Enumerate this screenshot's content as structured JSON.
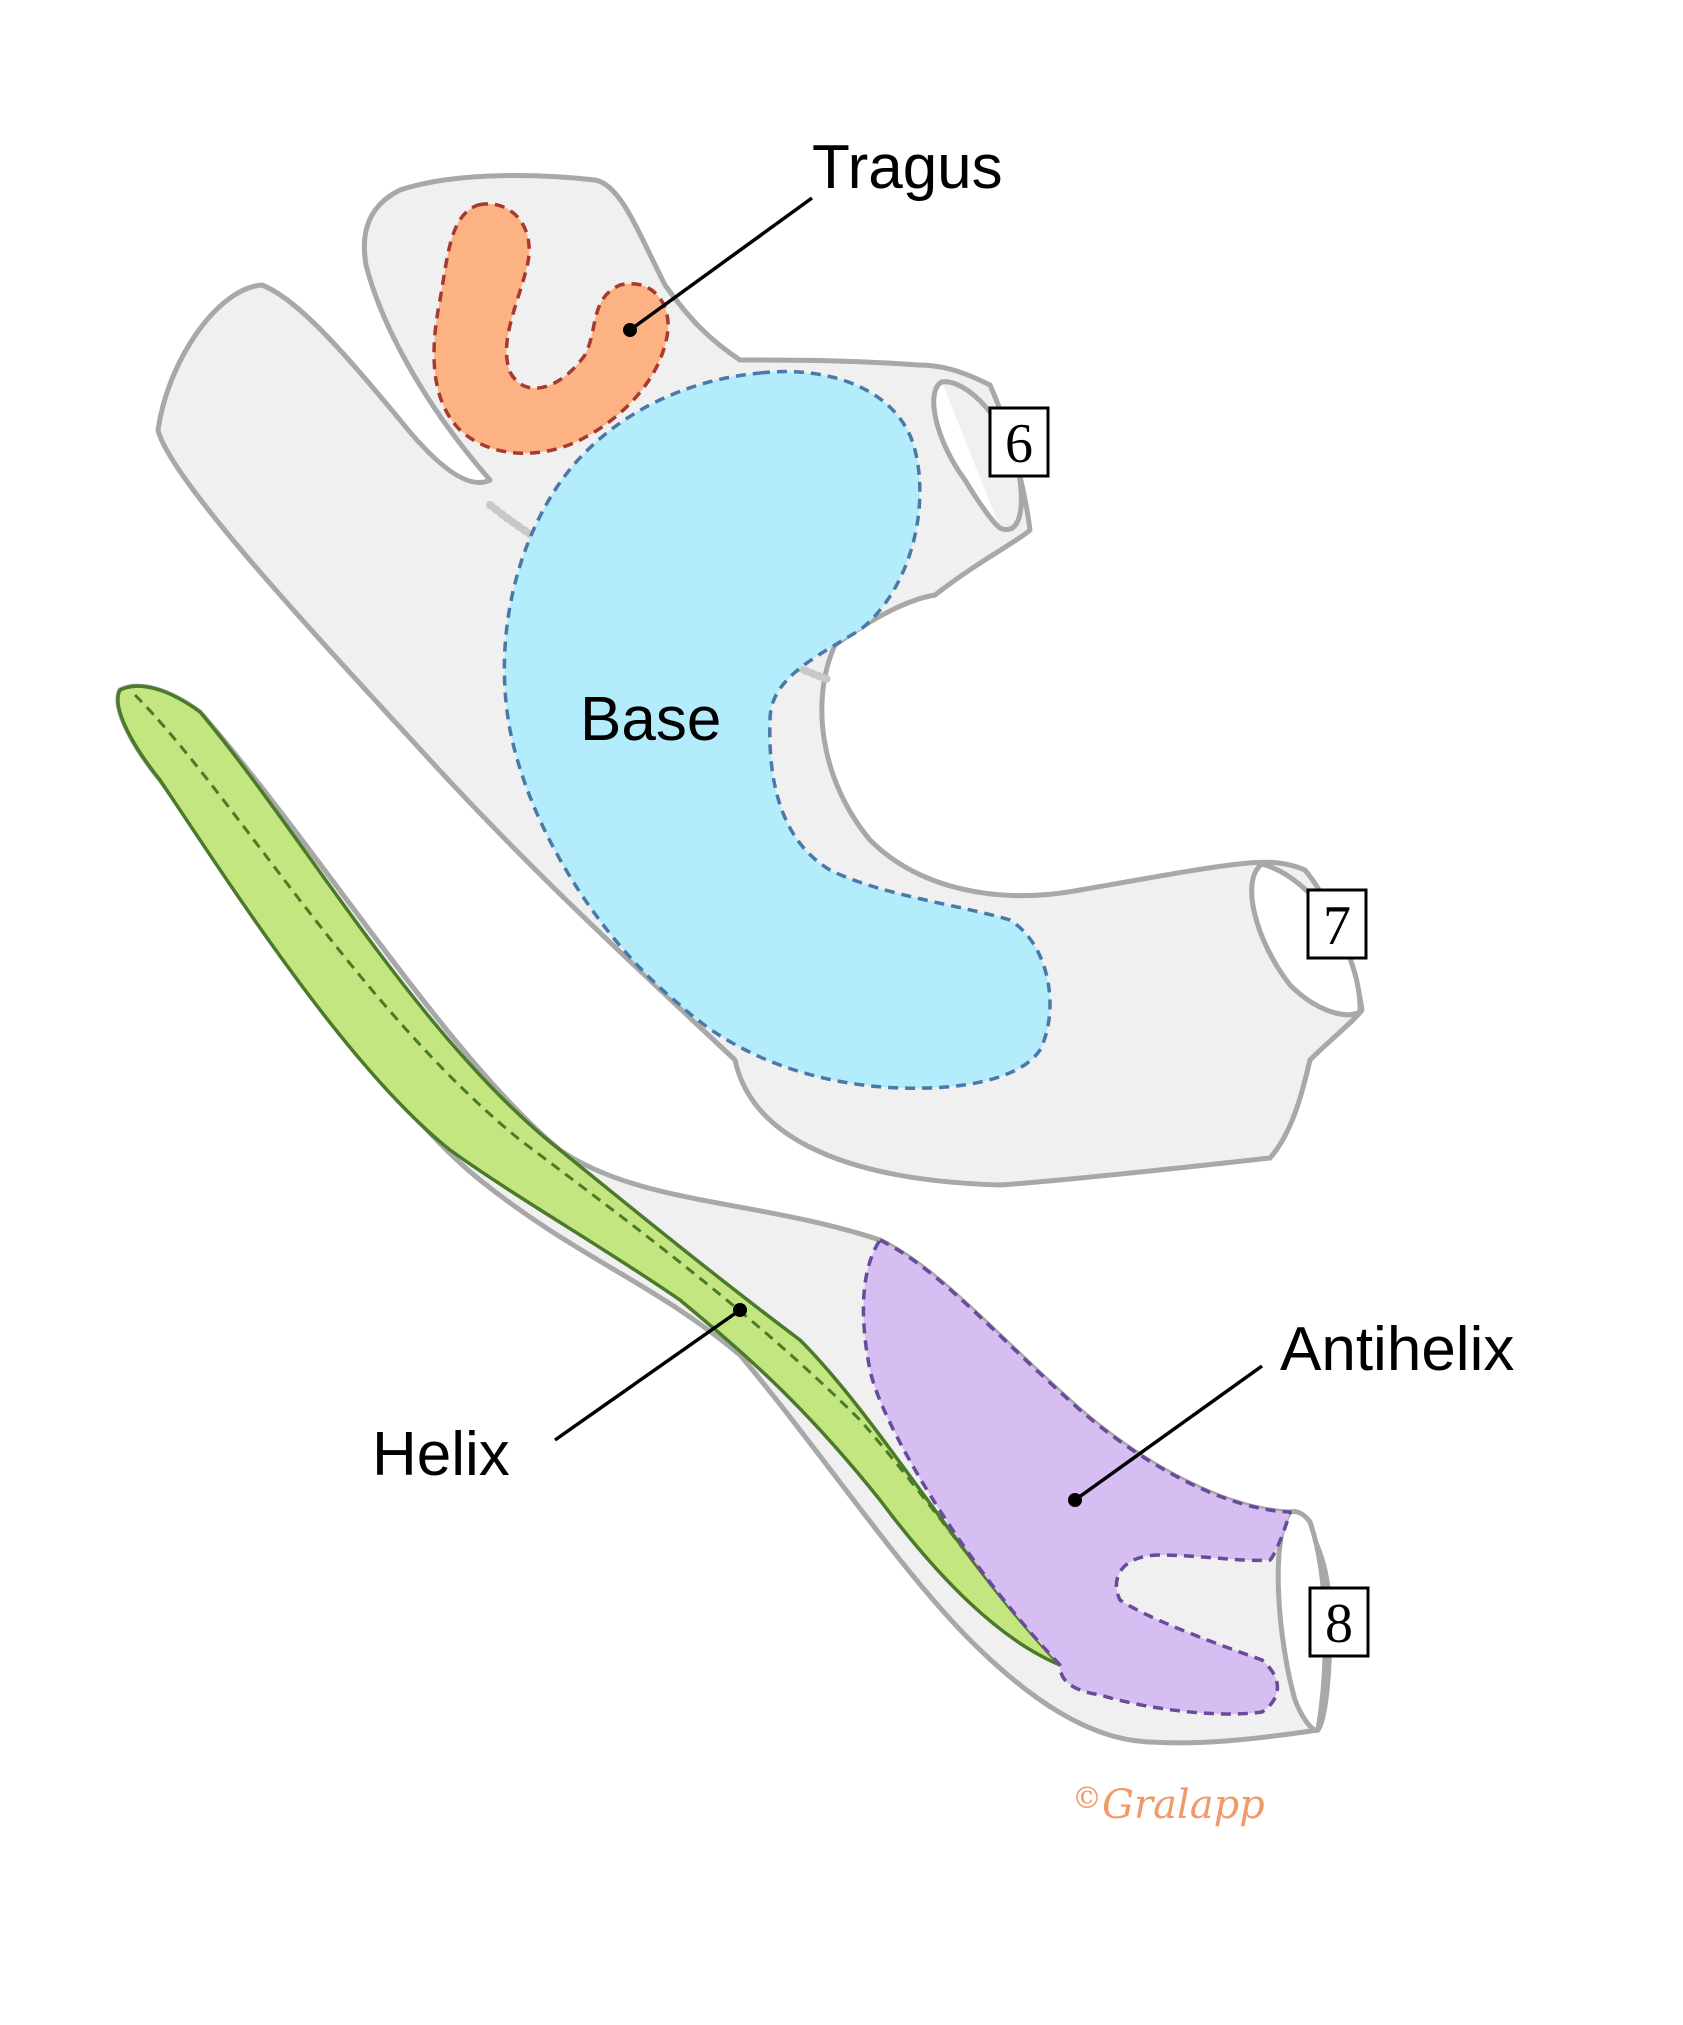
{
  "labels": {
    "tragus": "Tragus",
    "base": "Base",
    "helix": "Helix",
    "antihelix": "Antihelix"
  },
  "boxes": {
    "six": "6",
    "seven": "7",
    "eight": "8"
  },
  "credit": {
    "symbol": "©",
    "name": "Gralapp"
  },
  "colors": {
    "outline": "#a8a8a8",
    "body_fill": "#f0f0f0",
    "tragus_fill": "#fcb282",
    "tragus_dash": "#a63a2e",
    "base_fill": "#b3ecfb",
    "base_dash": "#4a78a8",
    "helix_fill": "#c3e680",
    "helix_dash": "#4a7a2a",
    "antihelix_fill": "#d6bdf2",
    "antihelix_dash": "#6a4a9a",
    "credit_color": "#f09a6a"
  }
}
